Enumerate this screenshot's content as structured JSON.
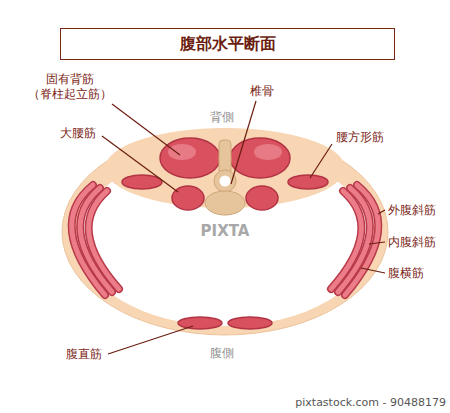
{
  "diagram": {
    "title": "腹部水平断面",
    "labels": [
      "固有背筋 （脊柱起立筋）",
      "椎骨",
      "大腰筋",
      "腰方形筋",
      "背側",
      "外腹斜筋",
      "内腹斜筋",
      "腹横筋",
      "腹直筋",
      "腹側",
      "PIXTA",
      "pixtastock.com - 90488179"
    ]
  }
}
